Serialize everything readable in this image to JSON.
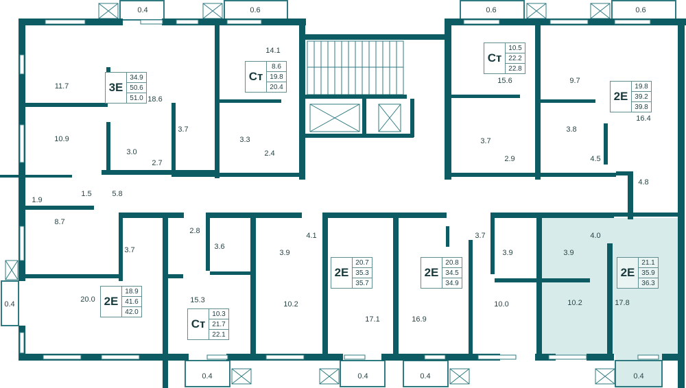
{
  "colors": {
    "wall": "#0e5c63",
    "highlight": "#d7ecea",
    "line": "#5f8d90"
  },
  "apartments": [
    {
      "type": "3Е",
      "areas": [
        "34.9",
        "50.6",
        "51.0"
      ],
      "rooms": [
        "11.7",
        "10.9",
        "18.6",
        "3.7",
        "3.0",
        "2.7",
        "1.9",
        "1.5",
        "5.8"
      ],
      "balcony": "0.4"
    },
    {
      "type": "Ст",
      "areas": [
        "8.6",
        "19.8",
        "20.4"
      ],
      "rooms": [
        "14.1",
        "3.3",
        "2.4"
      ],
      "balcony": "0.6"
    },
    {
      "type": "Ст",
      "areas": [
        "10.5",
        "22.2",
        "22.8"
      ],
      "rooms": [
        "15.6",
        "3.7",
        "2.9"
      ],
      "balcony": "0.6"
    },
    {
      "type": "2Е",
      "areas": [
        "19.8",
        "39.2",
        "39.8"
      ],
      "rooms": [
        "9.7",
        "3.8",
        "16.4",
        "4.5",
        "4.8"
      ],
      "balcony": "0.6"
    },
    {
      "type": "2Е",
      "areas": [
        "18.9",
        "41.6",
        "42.0"
      ],
      "rooms": [
        "8.7",
        "3.7",
        "20.0"
      ],
      "balcony": "0.4"
    },
    {
      "type": "Ст",
      "areas": [
        "10.3",
        "21.7",
        "22.1"
      ],
      "rooms": [
        "2.8",
        "3.6",
        "15.3"
      ],
      "balcony": "0.4"
    },
    {
      "type": "2Е",
      "areas": [
        "20.7",
        "35.3",
        "35.7"
      ],
      "rooms": [
        "3.9",
        "4.1",
        "10.2",
        "17.1"
      ],
      "balcony": "0.4"
    },
    {
      "type": "2Е",
      "areas": [
        "20.8",
        "34.5",
        "34.9"
      ],
      "rooms": [
        "16.9",
        "3.7",
        "3.9",
        "10.0"
      ],
      "balcony": "0.4"
    },
    {
      "type": "2Е",
      "areas": [
        "21.1",
        "35.9",
        "36.3"
      ],
      "rooms": [
        "3.9",
        "4.0",
        "10.2",
        "17.8"
      ],
      "balcony": "0.4",
      "highlighted": true
    }
  ]
}
